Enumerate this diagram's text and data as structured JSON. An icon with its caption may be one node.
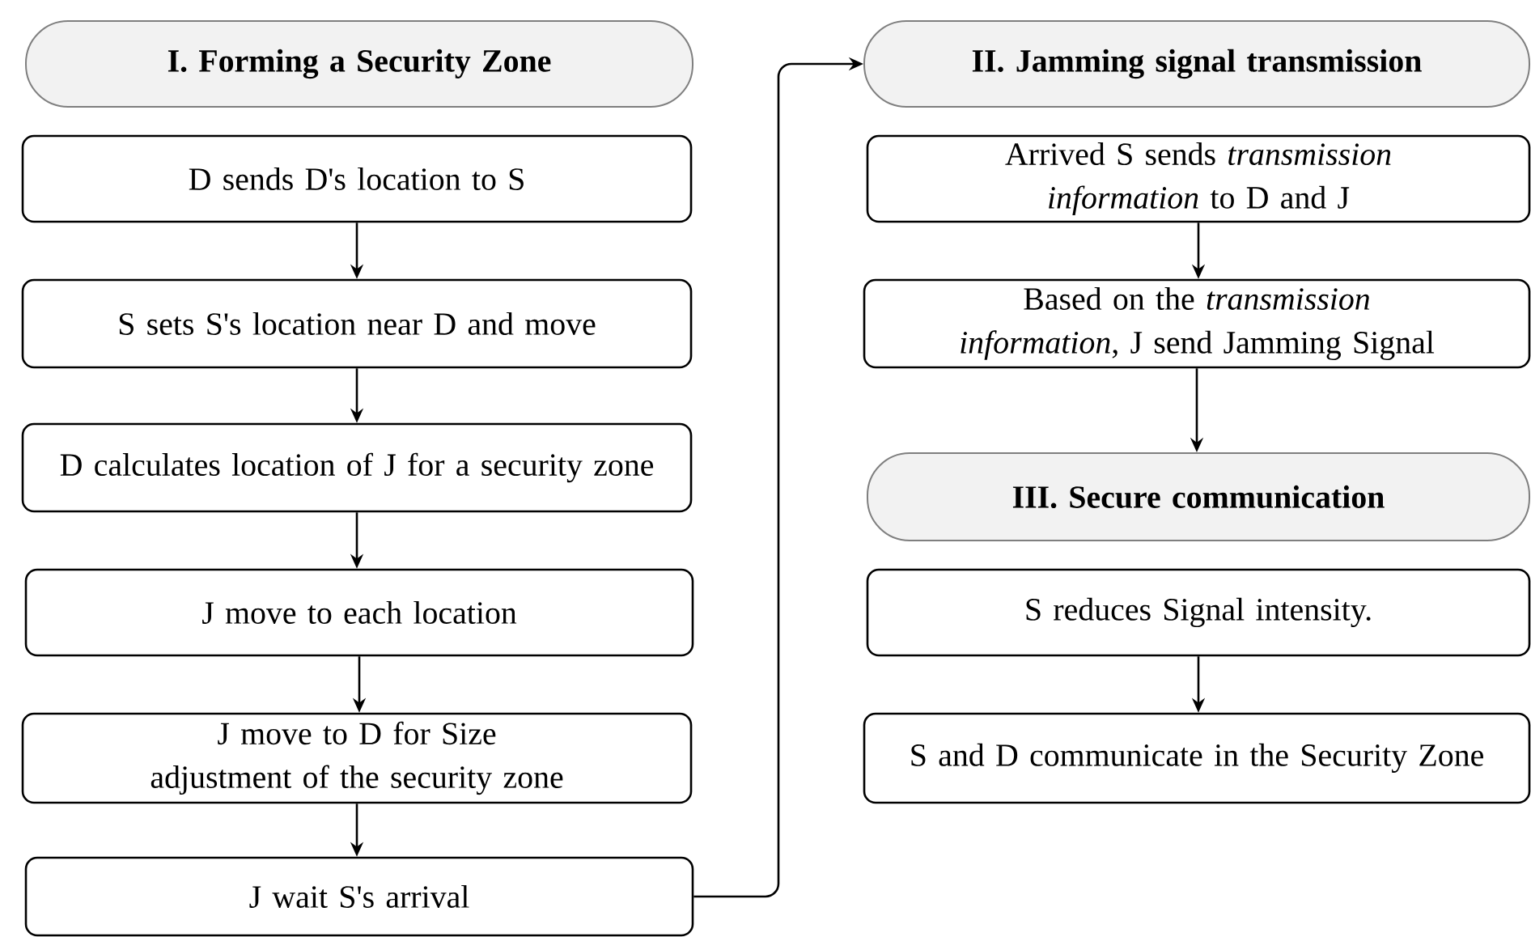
{
  "diagram": {
    "nodes": [
      {
        "text": [
          "I. Forming a Security Zone"
        ]
      },
      {
        "text": [
          "D sends D's location to S"
        ]
      },
      {
        "text": [
          "S sets S's location near D and move"
        ]
      },
      {
        "text": [
          "D calculates location of J for a security zone"
        ]
      },
      {
        "text": [
          "J move to each location"
        ]
      },
      {
        "text": [
          "J move to D for Size adjustment of the security zone"
        ]
      },
      {
        "text": [
          "J wait S's arrival"
        ]
      },
      {
        "text": [
          "II. Jamming signal transmission"
        ]
      },
      {
        "text": [
          "Arrived S sends *transmission information* to D and J"
        ]
      },
      {
        "text": [
          "Based on the *transmission information*, J send Jamming Signal"
        ]
      },
      {
        "text": [
          "III. Secure communication"
        ]
      },
      {
        "text": [
          "S reduces Signal intensity."
        ]
      },
      {
        "text": [
          "S and D communicate in the Security Zone"
        ]
      }
    ],
    "edges": [
      {
        "from": 1,
        "to": 2,
        "arrow": "to"
      },
      {
        "from": 2,
        "to": 3,
        "arrow": "to"
      },
      {
        "from": 3,
        "to": 4,
        "arrow": "to"
      },
      {
        "from": 4,
        "to": 5,
        "arrow": "to"
      },
      {
        "from": 5,
        "to": 6,
        "arrow": "to"
      },
      {
        "from": 6,
        "to": 7,
        "arrow": "to"
      },
      {
        "from": 8,
        "to": 9,
        "arrow": "to"
      },
      {
        "from": 9,
        "to": 10,
        "arrow": "to"
      },
      {
        "from": 11,
        "to": 12,
        "arrow": "to"
      }
    ]
  }
}
